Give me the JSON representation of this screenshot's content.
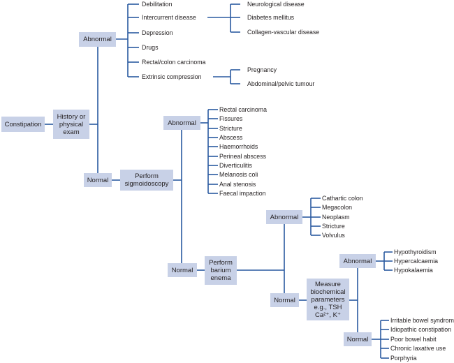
{
  "diagram": {
    "title": "Constipation investigation flowchart",
    "root": "Constipation",
    "step1": "History or physical exam",
    "step1_lines": [
      "History or",
      "physical",
      "exam"
    ],
    "step1_abnormal": {
      "label": "Abnormal",
      "causes": [
        "Debilitation",
        "Intercurrent disease",
        "Depression",
        "Drugs",
        "Rectal/colon carcinoma",
        "Extrinsic compression"
      ],
      "intercurrent_disease": [
        "Neurological disease",
        "Diabetes mellitus",
        "Collagen-vascular disease"
      ],
      "extrinsic_compression": [
        "Pregnancy",
        "Abdominal/pelvic tumour"
      ]
    },
    "step1_normal": "Normal",
    "step2_lines": [
      "Perform",
      "sigmoidoscopy"
    ],
    "step2_abnormal": {
      "label": "Abnormal",
      "causes": [
        "Rectal carcinoma",
        "Fissures",
        "Stricture",
        "Abscess",
        "Haemorrhoids",
        "Perineal abscess",
        "Diverticulitis",
        "Melanosis coli",
        "Anal stenosis",
        "Faecal impaction"
      ]
    },
    "step2_normal": "Normal",
    "step3_lines": [
      "Perform",
      "barium",
      "enema"
    ],
    "step3_abnormal": {
      "label": "Abnormal",
      "causes": [
        "Cathartic colon",
        "Megacolon",
        "Neoplasm",
        "Stricture",
        "Volvulus"
      ]
    },
    "step3_normal": "Normal",
    "step4_lines": [
      "Measure",
      "biochemical",
      "parameters",
      "e.g., TSH",
      "Ca²⁺, K⁺"
    ],
    "step4_abnormal": {
      "label": "Abnormal",
      "causes": [
        "Hypothyroidism",
        "Hypercalcaemia",
        "Hypokalaemia"
      ]
    },
    "step4_normal": {
      "label": "Normal",
      "causes": [
        "Irritable bowel syndrome",
        "Idiopathic constipation",
        "Poor bowel habit",
        "Chronic laxative use",
        "Porphyria"
      ]
    },
    "colors": {
      "box_fill": "#c8d1e7",
      "line": "#2a5aa0",
      "text": "#231f20"
    }
  }
}
